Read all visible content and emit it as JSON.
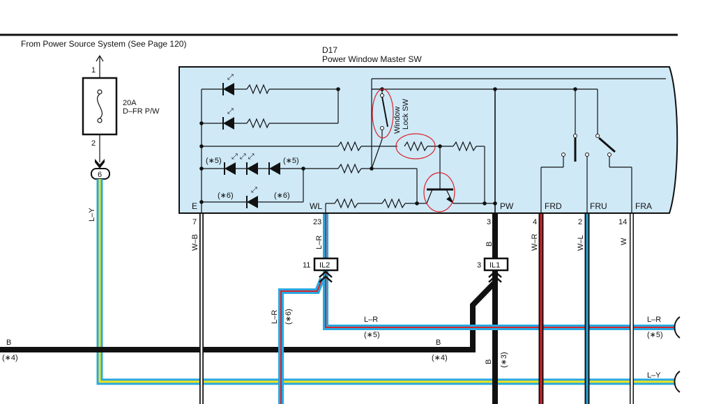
{
  "power_source": "From Power Source System (See Page 120)",
  "fuse": {
    "pin_top": "1",
    "pin_bottom": "2",
    "rating": "20A",
    "name": "D–FR P/W"
  },
  "connector_top": {
    "pin": "6"
  },
  "wire_ly_vertical": "L–Y",
  "switch": {
    "code": "D17",
    "name": "Power Window Master SW",
    "lock_sw_line1": "Window",
    "lock_sw_line2": "Lock SW"
  },
  "notes": {
    "n5": "(∗5)",
    "n6": "(∗6)",
    "n4": "(∗4)",
    "n3": "(∗3)"
  },
  "terminals": [
    {
      "name": "E",
      "pin": "7",
      "wire": "W–B"
    },
    {
      "name": "WL",
      "pin": "23",
      "wire": "L–R"
    },
    {
      "name": "PW",
      "pin": "3",
      "wire": "B"
    },
    {
      "name": "FRD",
      "pin": "4",
      "wire": "W–R"
    },
    {
      "name": "FRU",
      "pin": "2",
      "wire": "W–L"
    },
    {
      "name": "FRA",
      "pin": "14",
      "wire": "W"
    }
  ],
  "connectors": [
    {
      "name": "IL2",
      "pin": "11"
    },
    {
      "name": "IL1",
      "pin": "3"
    }
  ],
  "wires": {
    "b": "B",
    "lr": "L–R",
    "ly": "L–Y",
    "lr_vertical": "L–R",
    "b_vertical": "B"
  },
  "colors": {
    "box_fill": "#cfe9f7",
    "wire_black": "#111111",
    "wire_blue": "#29a8e0",
    "wire_red": "#d8232a",
    "wire_yellow": "#f0e51a",
    "highlight": "#d8232a"
  }
}
